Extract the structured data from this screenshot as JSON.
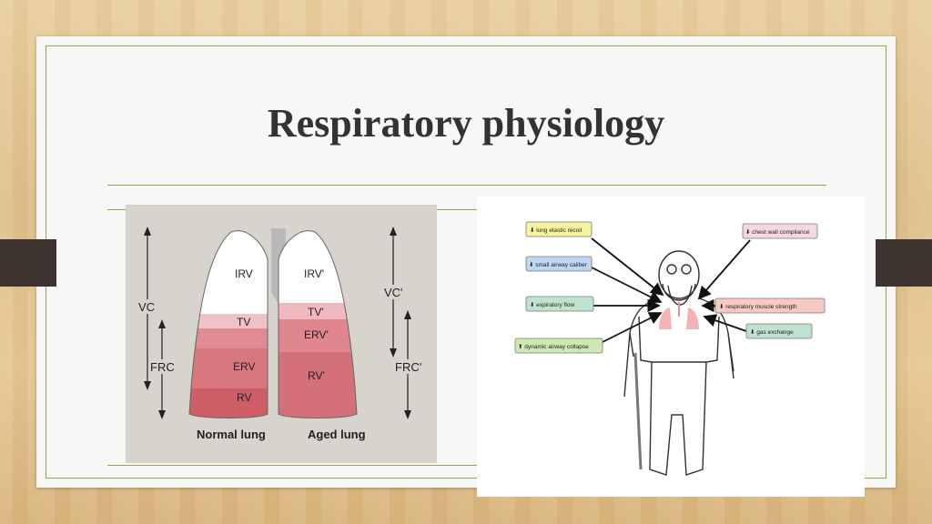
{
  "slide": {
    "title": "Respiratory physiology"
  },
  "lung_diagram": {
    "left_labels": {
      "vc": "VC",
      "frc": "FRC"
    },
    "right_labels": {
      "vc": "VC'",
      "frc": "FRC'"
    },
    "normal": {
      "irv": "IRV",
      "tv": "TV",
      "erv": "ERV",
      "rv": "RV",
      "caption": "Normal lung"
    },
    "aged": {
      "irv": "IRV'",
      "tv": "TV'",
      "erv": "ERV'",
      "rv": "RV'",
      "caption": "Aged lung"
    }
  },
  "aging_diagram": {
    "left_boxes": [
      {
        "text": "⬇ lung elastic recoil",
        "color": "#f6f3a0"
      },
      {
        "text": "⬇ small airway caliber",
        "color": "#bcd7f1"
      },
      {
        "text": "⬇ expiratory flow",
        "color": "#bfe3cf"
      },
      {
        "text": "⬆ dynamic airway collapse",
        "color": "#cfe9b4"
      }
    ],
    "right_boxes": [
      {
        "text": "⬇ chest wall compliance",
        "color": "#f6d7e4"
      },
      {
        "text": "⬇ respiratory muscle strength",
        "color": "#f6c9c3"
      },
      {
        "text": "⬇ gas exchange",
        "color": "#bfe3cf"
      }
    ]
  }
}
